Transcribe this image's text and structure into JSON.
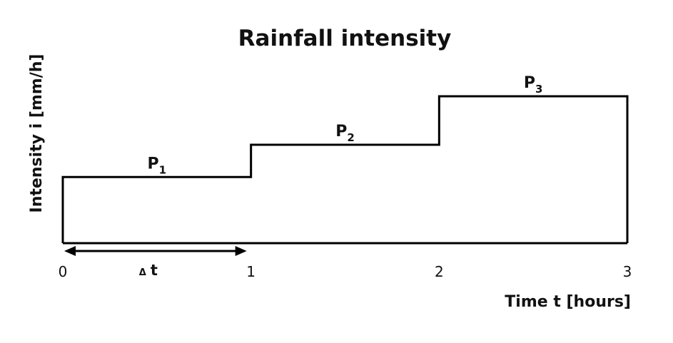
{
  "chart_data": {
    "type": "line",
    "title": "Rainfall intensity",
    "xlabel": "Time t [hours]",
    "ylabel": "Intensity i [mm/h]",
    "x_ticks": [
      "0",
      "1",
      "2",
      "3"
    ],
    "xlim": [
      0,
      3
    ],
    "steps": [
      {
        "label": "P",
        "subscript": "1",
        "x_start": 0,
        "x_end": 1,
        "intensity": 0.45
      },
      {
        "label": "P",
        "subscript": "2",
        "x_start": 1,
        "x_end": 2,
        "intensity": 0.67
      },
      {
        "label": "P",
        "subscript": "3",
        "x_start": 2,
        "x_end": 3,
        "intensity": 1.0
      }
    ],
    "y_relative_max": 1.0,
    "annotation": {
      "delta": "Δ",
      "text": "t",
      "x_start": 0,
      "x_end": 1
    },
    "grid": false,
    "legend": "none",
    "line_color": "#000000"
  }
}
